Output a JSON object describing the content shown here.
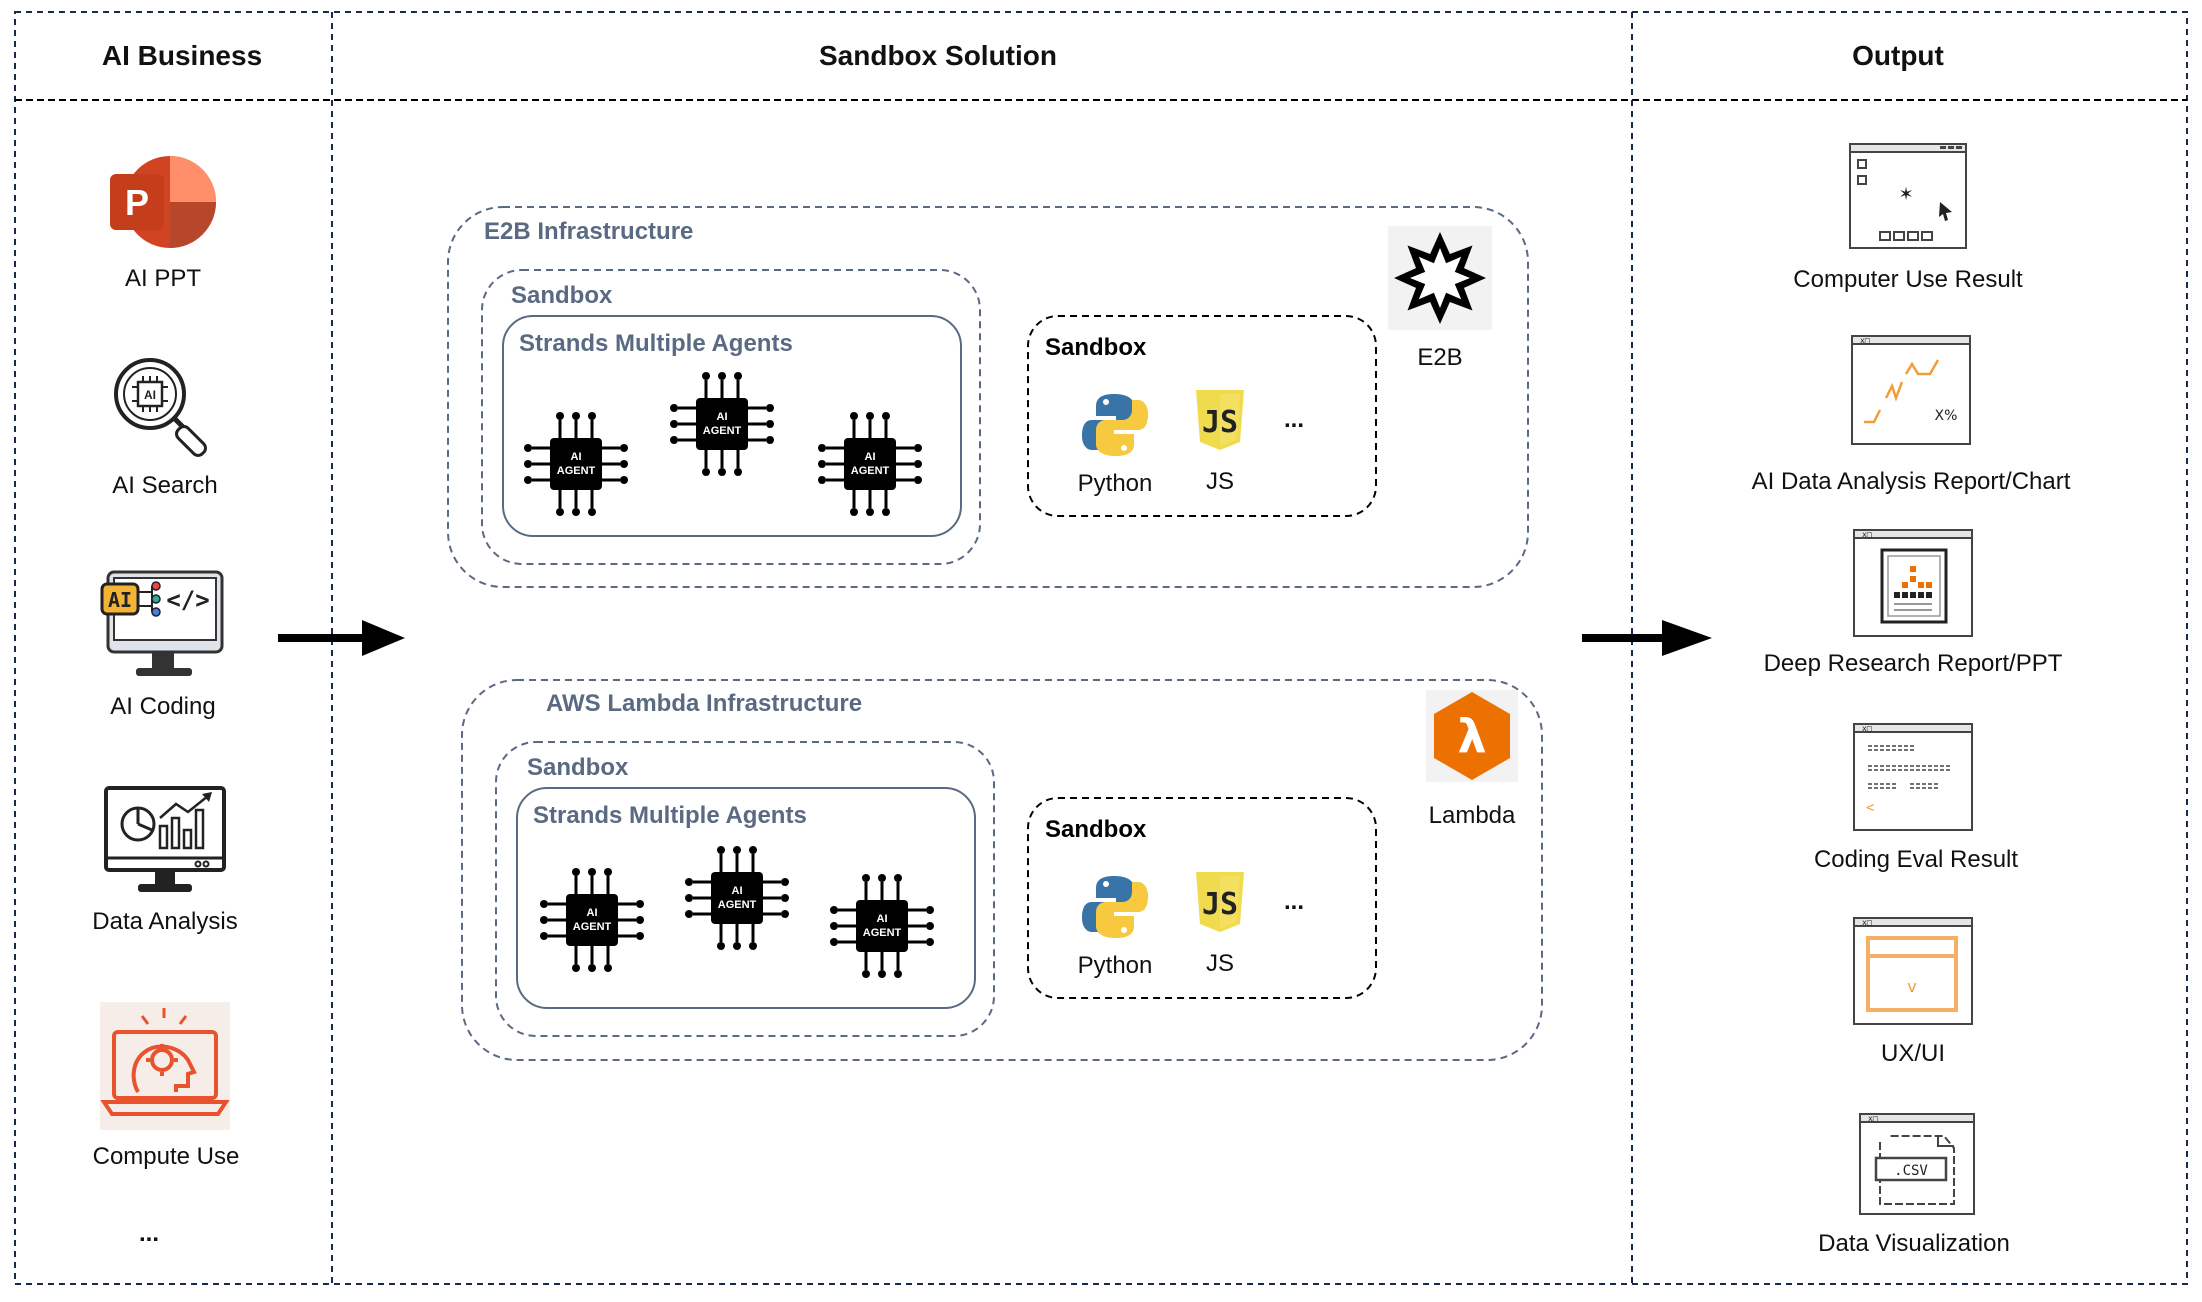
{
  "columns": {
    "left": "AI Business",
    "middle": "Sandbox Solution",
    "right": "Output"
  },
  "business": [
    {
      "label": "AI PPT",
      "icon": "powerpoint-icon"
    },
    {
      "label": "AI Search",
      "icon": "ai-search-icon"
    },
    {
      "label": "AI Coding",
      "icon": "ai-coding-icon"
    },
    {
      "label": "Data Analysis",
      "icon": "data-analysis-icon"
    },
    {
      "label": "Compute Use",
      "icon": "compute-use-icon"
    }
  ],
  "business_more": "...",
  "e2b": {
    "title": "E2B Infrastructure",
    "sandbox": "Sandbox",
    "agents_title": "Strands Multiple Agents",
    "agent_label_top": "AI",
    "agent_label_bottom": "AGENT",
    "runtime_sandbox": "Sandbox",
    "python": "Python",
    "js": "JS",
    "more": "...",
    "logo_label": "E2B",
    "logo_icon": "e2b-logo-icon"
  },
  "lambda": {
    "title": "AWS Lambda Infrastructure",
    "sandbox": "Sandbox",
    "agents_title": "Strands Multiple Agents",
    "agent_label_top": "AI",
    "agent_label_bottom": "AGENT",
    "runtime_sandbox": "Sandbox",
    "python": "Python",
    "js": "JS",
    "more": "...",
    "logo_label": "Lambda",
    "logo_icon": "lambda-logo-icon"
  },
  "outputs": [
    {
      "label": "Computer Use Result",
      "icon": "computer-use-window-icon"
    },
    {
      "label": "AI Data Analysis Report/Chart",
      "icon": "chart-window-icon"
    },
    {
      "label": "Deep Research Report/PPT",
      "icon": "report-window-icon"
    },
    {
      "label": "Coding Eval Result",
      "icon": "code-window-icon"
    },
    {
      "label": "UX/UI",
      "icon": "ux-window-icon"
    },
    {
      "label": "Data Visualization",
      "icon": "csv-window-icon"
    }
  ],
  "output_glyphs": {
    "chart_pct": "X%",
    "csv": ".CSV"
  },
  "colors": {
    "ppt": "#d04423",
    "e2b_accent": "#000000",
    "lambda": "#ed7100",
    "frame_dash": "#5a6a82",
    "js_yellow": "#f0db4f",
    "compute_use": "#e8532d"
  }
}
